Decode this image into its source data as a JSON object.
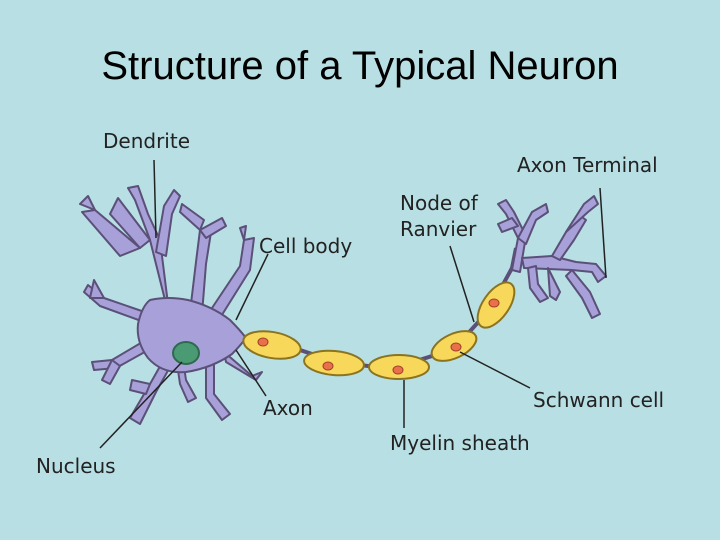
{
  "title": "Structure of a Typical Neuron",
  "labels": {
    "dendrite": "Dendrite",
    "axon_terminal": "Axon Terminal",
    "node_of_ranvier_line1": "Node of",
    "node_of_ranvier_line2": "Ranvier",
    "cell_body": "Cell body",
    "axon": "Axon",
    "nucleus": "Nucleus",
    "schwann_cell": "Schwann cell",
    "myelin_sheath": "Myelin sheath"
  },
  "colors": {
    "background": "#b8dfe3",
    "cell_body_fill": "#a8a0d8",
    "cell_outline": "#5a5078",
    "nucleus_fill": "#4a9a74",
    "myelin_fill": "#f8d85a",
    "myelin_outline": "#8a7420",
    "schwann_nucleus": "#e8704a"
  }
}
